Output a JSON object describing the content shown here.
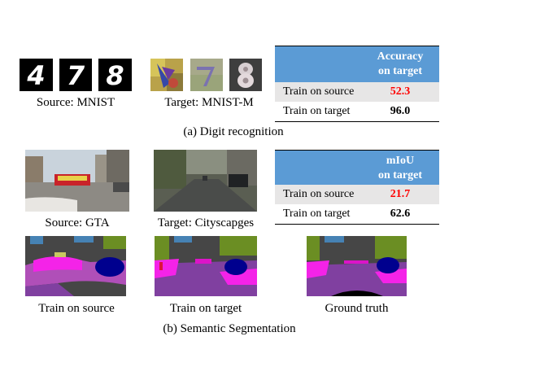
{
  "digits": {
    "source_caption": "Source: MNIST",
    "target_caption": "Target: MNIST-M",
    "mnist_digits": [
      "4",
      "7",
      "8"
    ],
    "subfig_caption": "(a) Digit recognition",
    "table": {
      "header_line1": "Accuracy",
      "header_line2": "on target",
      "rows": [
        {
          "label": "Train on source",
          "value": "52.3",
          "color": "#ff0000"
        },
        {
          "label": "Train on target",
          "value": "96.0",
          "color": "#000000"
        }
      ]
    }
  },
  "segmentation": {
    "source_caption": "Source: GTA",
    "target_caption": "Target: Cityscapges",
    "result_captions": [
      "Train on source",
      "Train on target",
      "Ground truth"
    ],
    "subfig_caption": "(b) Semantic Segmentation",
    "table": {
      "header_line1": "mIoU",
      "header_line2": "on target",
      "rows": [
        {
          "label": "Train on source",
          "value": "21.7",
          "color": "#ff0000"
        },
        {
          "label": "Train on target",
          "value": "62.6",
          "color": "#000000"
        }
      ]
    }
  },
  "colors": {
    "table_header": "#5b9bd5",
    "row_shade": "#e7e6e6",
    "highlight": "#ff0000",
    "seg_road": "#8040a0",
    "seg_sky": "#4682b4",
    "seg_car": "#00008e",
    "seg_sidewalk": "#f423e8",
    "seg_building": "#464646",
    "seg_vegetation": "#6b8e23"
  }
}
